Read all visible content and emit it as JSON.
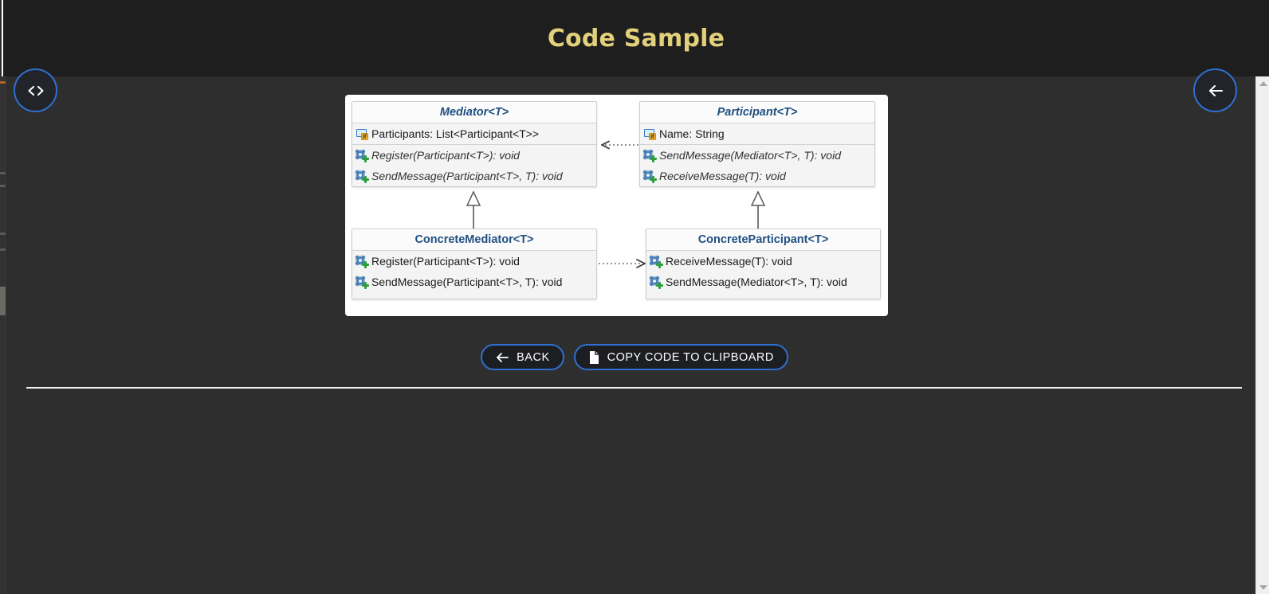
{
  "header": {
    "title": "Code Sample"
  },
  "fab": {
    "code_icon": "code-brackets-icon",
    "back_icon": "arrow-left-icon"
  },
  "actions": {
    "back_label": "BACK",
    "back_icon": "arrow-left-icon",
    "copy_label": "COPY CODE TO CLIPBOARD",
    "copy_icon": "copy-file-icon"
  },
  "colors": {
    "header_bg": "#1e1e1e",
    "page_bg": "#2e2e2e",
    "title_accent": "#e2d07a",
    "button_border": "#2f6fd0",
    "class_title": "#1f4f82",
    "panel_bg": "#ffffff",
    "box_bg": "#f4f4f4"
  },
  "diagram": {
    "type": "uml-class-diagram",
    "pattern": "Mediator",
    "classes": [
      {
        "name": "Mediator<T>",
        "abstract": true,
        "fields": [
          {
            "icon": "field-icon",
            "text": "Participants: List<Participant<T>>"
          }
        ],
        "methods": [
          {
            "icon": "method-icon",
            "text": "Register(Participant<T>): void"
          },
          {
            "icon": "method-icon",
            "text": "SendMessage(Participant<T>, T): void"
          }
        ]
      },
      {
        "name": "Participant<T>",
        "abstract": true,
        "fields": [
          {
            "icon": "field-icon",
            "text": "Name: String"
          }
        ],
        "methods": [
          {
            "icon": "method-icon",
            "text": "SendMessage(Mediator<T>, T): void"
          },
          {
            "icon": "method-icon",
            "text": "ReceiveMessage(T): void"
          }
        ]
      },
      {
        "name": "ConcreteMediator<T>",
        "abstract": false,
        "fields": [],
        "methods": [
          {
            "icon": "method-icon",
            "text": "Register(Participant<T>): void"
          },
          {
            "icon": "method-icon",
            "text": "SendMessage(Participant<T>, T): void"
          }
        ]
      },
      {
        "name": "ConcreteParticipant<T>",
        "abstract": false,
        "fields": [],
        "methods": [
          {
            "icon": "method-icon",
            "text": "ReceiveMessage(T): void"
          },
          {
            "icon": "method-icon",
            "text": "SendMessage(Mediator<T>, T): void"
          }
        ]
      }
    ],
    "relations": [
      {
        "from": "Participant<T>",
        "to": "Mediator<T>",
        "style": "dotted",
        "arrow": "open",
        "kind": "dependency"
      },
      {
        "from": "ConcreteMediator<T>",
        "to": "Mediator<T>",
        "style": "solid",
        "arrow": "hollow-triangle",
        "kind": "inheritance"
      },
      {
        "from": "ConcreteParticipant<T>",
        "to": "Participant<T>",
        "style": "solid",
        "arrow": "hollow-triangle",
        "kind": "inheritance"
      },
      {
        "from": "ConcreteMediator<T>",
        "to": "ConcreteParticipant<T>",
        "style": "dotted",
        "arrow": "open",
        "kind": "dependency"
      }
    ]
  },
  "scrollbar": {
    "up_icon": "caret-up-icon",
    "down_icon": "caret-down-icon"
  }
}
